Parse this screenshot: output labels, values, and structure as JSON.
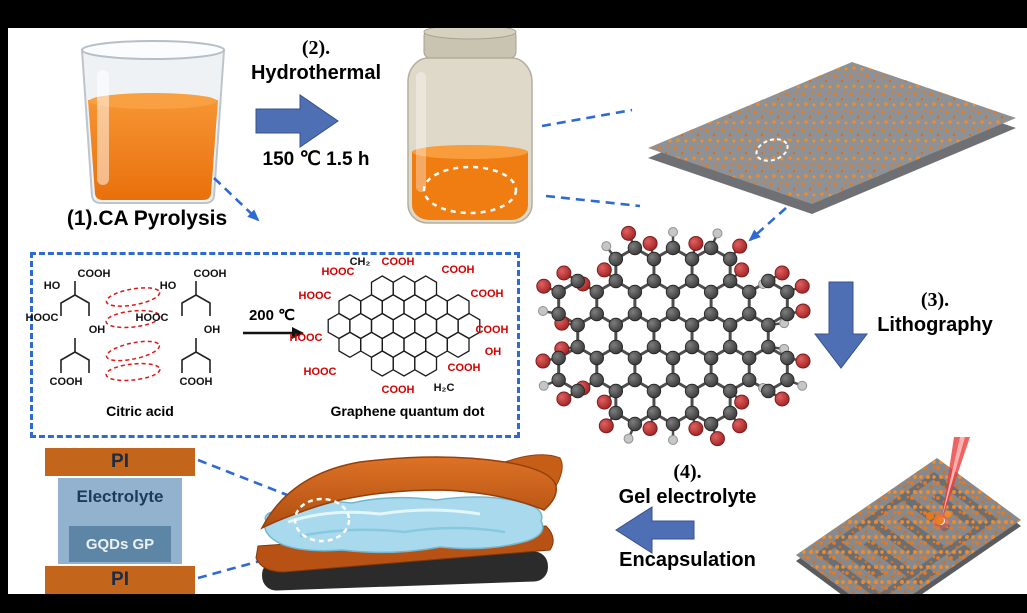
{
  "steps": {
    "s1": {
      "label": "(1).CA Pyrolysis"
    },
    "s2": {
      "number": "(2).",
      "title": "Hydrothermal",
      "condition": "150 ℃ 1.5 h"
    },
    "s3": {
      "number": "(3).",
      "title": "Lithography"
    },
    "s4": {
      "number": "(4).",
      "title": "Gel electrolyte",
      "subtitle": "Encapsulation"
    }
  },
  "panel": {
    "reaction_condition": "200 ℃",
    "left_caption": "Citric acid",
    "right_caption": "Graphene quantum dot",
    "citric_labels": [
      "HO",
      "COOH",
      "HOOC",
      "OH",
      "HO",
      "COOH",
      "HOOC",
      "OH",
      "COOH",
      "COOH"
    ],
    "gqd_red_labels": [
      "COOH",
      "HOOC",
      "COOH",
      "HOOC",
      "COOH",
      "HOOC",
      "COOH",
      "HOOC",
      "COOH",
      "COOH",
      "OH"
    ],
    "gqd_black_labels": [
      "CH₂",
      "H₂C"
    ]
  },
  "stack": {
    "layers": [
      {
        "label": "PI"
      },
      {
        "label": "Electrolyte"
      },
      {
        "label": "GQDs GP"
      },
      {
        "label": "PI"
      }
    ]
  },
  "colors": {
    "arrow_blue": "#4f6fb5",
    "dash_blue": "#2e6ad2",
    "liquid_orange": "#ef7d12",
    "speckle_orange": "#e8791c",
    "pi_orange": "#c4651c",
    "electrolyte_blue": "#92b2ce",
    "gqds_gp_blue": "#5d85a5",
    "chem_red": "#d40000",
    "laser_red": "#e63c3c"
  }
}
